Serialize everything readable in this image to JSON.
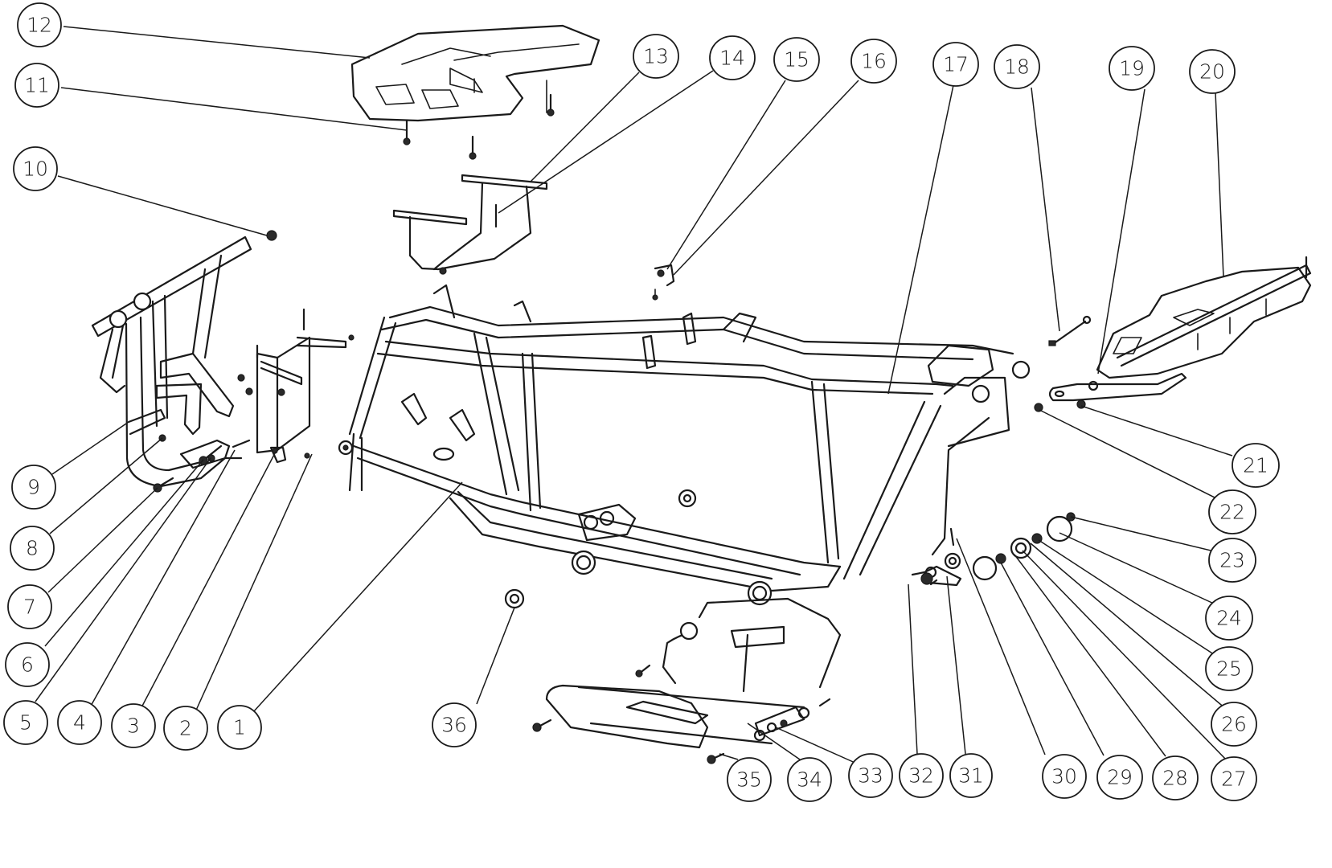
{
  "diagram": {
    "title": "Frame assembly exploded view",
    "colors": {
      "line": "#1a1a1a",
      "background": "#ffffff"
    },
    "callouts": [
      {
        "label": "1",
        "part": "main-frame"
      },
      {
        "label": "2",
        "part": "nut"
      },
      {
        "label": "3",
        "part": "bolt"
      },
      {
        "label": "4",
        "part": "washer"
      },
      {
        "label": "5",
        "part": "nut"
      },
      {
        "label": "6",
        "part": "bolt"
      },
      {
        "label": "7",
        "part": "bolt"
      },
      {
        "label": "8",
        "part": "nut"
      },
      {
        "label": "9",
        "part": "front-bumper"
      },
      {
        "label": "10",
        "part": "tube-plug"
      },
      {
        "label": "11",
        "part": "bolt"
      },
      {
        "label": "12",
        "part": "front-rack"
      },
      {
        "label": "13",
        "part": "front-rack-bracket"
      },
      {
        "label": "14",
        "part": "bolt"
      },
      {
        "label": "15",
        "part": "bolt"
      },
      {
        "label": "16",
        "part": "bracket"
      },
      {
        "label": "17",
        "part": "brace"
      },
      {
        "label": "18",
        "part": "support-rod"
      },
      {
        "label": "19",
        "part": "spacer"
      },
      {
        "label": "20",
        "part": "rear-rack"
      },
      {
        "label": "21",
        "part": "nut"
      },
      {
        "label": "22",
        "part": "nut"
      },
      {
        "label": "23",
        "part": "nut"
      },
      {
        "label": "24",
        "part": "washer"
      },
      {
        "label": "25",
        "part": "washer"
      },
      {
        "label": "26",
        "part": "spring-washer"
      },
      {
        "label": "27",
        "part": "bearing"
      },
      {
        "label": "28",
        "part": "nut"
      },
      {
        "label": "29",
        "part": "washer"
      },
      {
        "label": "30",
        "part": "cotter-pin"
      },
      {
        "label": "31",
        "part": "washer"
      },
      {
        "label": "32",
        "part": "spring"
      },
      {
        "label": "33",
        "part": "washer"
      },
      {
        "label": "34",
        "part": "pivot-tube"
      },
      {
        "label": "35",
        "part": "bolt"
      },
      {
        "label": "36",
        "part": "bushing"
      }
    ]
  }
}
